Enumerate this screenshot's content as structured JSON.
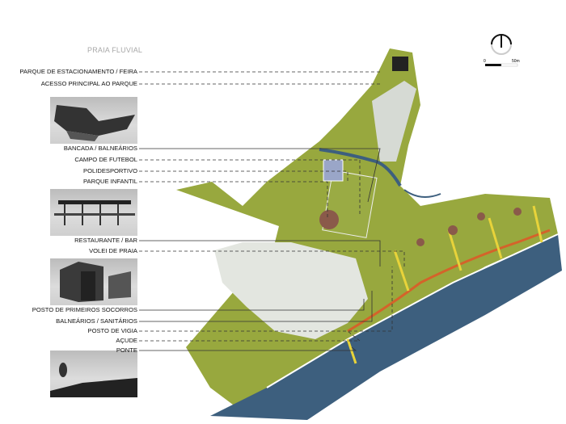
{
  "title": "PRAIA FLUVIAL",
  "labels": [
    {
      "text": "PARQUE DE ESTACIONAMENTO / FEIRA",
      "style": "dashed"
    },
    {
      "text": "ACESSO PRINCIPAL AO PARQUE",
      "style": "dashed"
    },
    {
      "text": "BANCADA / BALNEÁRIOS",
      "style": "solid"
    },
    {
      "text": "CAMPO DE FUTEBOL",
      "style": "dashed"
    },
    {
      "text": "POLIDESPORTIVO",
      "style": "dashed"
    },
    {
      "text": "PARQUE INFANTIL",
      "style": "dashed"
    },
    {
      "text": "RESTAURANTE / BAR",
      "style": "solid"
    },
    {
      "text": "VOLEI DE PRAIA",
      "style": "dashed"
    },
    {
      "text": "POSTO DE PRIMEIROS SOCORROS",
      "style": "solid"
    },
    {
      "text": "BALNEÁRIOS / SANITÁRIOS",
      "style": "solid"
    },
    {
      "text": "POSTO DE VIGIA",
      "style": "dashed"
    },
    {
      "text": "AÇUDE",
      "style": "dashed"
    },
    {
      "text": "PONTE",
      "style": "solid"
    }
  ],
  "scale": {
    "start": "0",
    "end": "50m"
  },
  "colors": {
    "land": "#98a83e",
    "river": "#3d5f7e",
    "path": "#e0e4e0",
    "accent": "#d4632a",
    "yellow": "#e8d33a"
  }
}
